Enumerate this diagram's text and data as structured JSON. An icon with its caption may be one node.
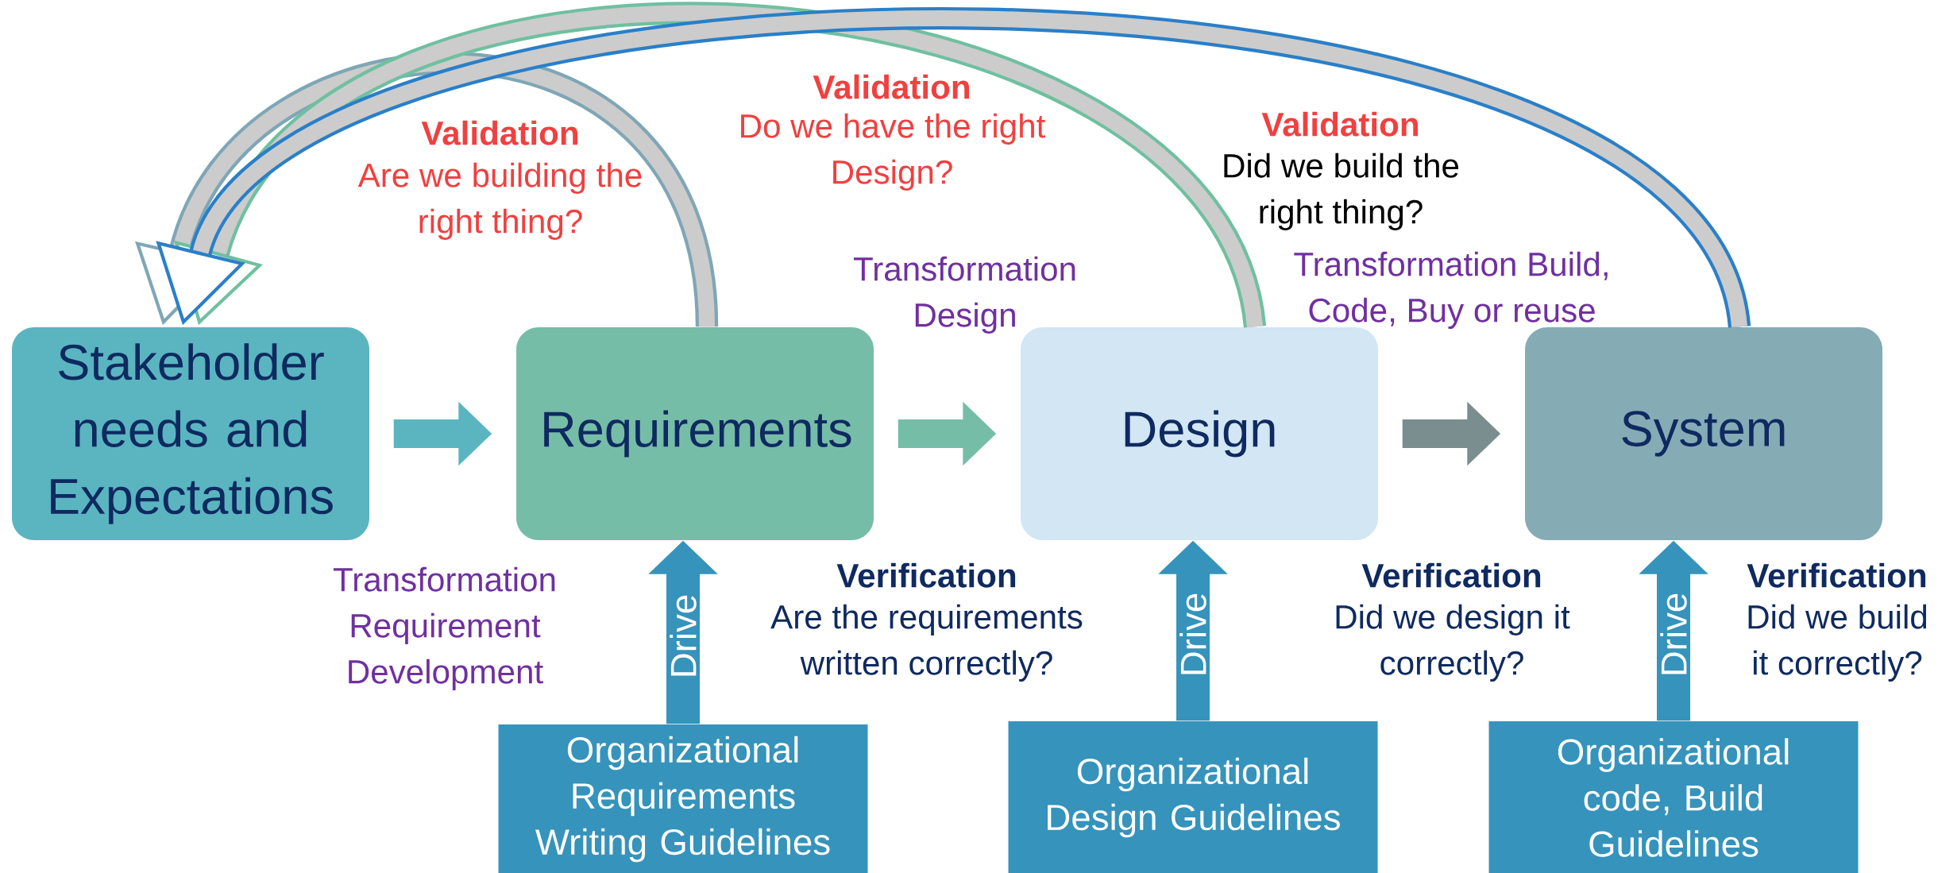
{
  "diagram": {
    "nodes": [
      {
        "text": [
          "Stakeholder needs and Expectations"
        ]
      },
      {
        "text": [
          "Requirements"
        ]
      },
      {
        "text": [
          "Design"
        ]
      },
      {
        "text": [
          "System"
        ]
      },
      {
        "text": [
          "Organizational Requirements Writing Guidelines"
        ]
      },
      {
        "text": [
          "Organizational Design Guidelines"
        ]
      },
      {
        "text": [
          "Organizational code, Build Guidelines"
        ]
      }
    ],
    "edges": [
      {
        "from": 0,
        "to": 1,
        "arrow": "to",
        "color": "#5ab5c0"
      },
      {
        "from": 1,
        "to": 2,
        "arrow": "to",
        "color": "#76bda8"
      },
      {
        "from": 2,
        "to": 3,
        "arrow": "to",
        "color": "#7a8d8f"
      },
      {
        "from": 4,
        "to": 1,
        "arrow": "to",
        "label": "Drive",
        "color": "#3693bb"
      },
      {
        "from": 5,
        "to": 2,
        "arrow": "to",
        "label": "Drive",
        "color": "#3693bb"
      },
      {
        "from": 6,
        "to": 3,
        "arrow": "to",
        "label": "Drive",
        "color": "#3693bb"
      },
      {
        "from": 1,
        "to": 0,
        "arrow": "to",
        "color": "#7fa6b5"
      },
      {
        "from": 2,
        "to": 0,
        "arrow": "to",
        "color": "#6fc0a0"
      },
      {
        "from": 3,
        "to": 0,
        "arrow": "to",
        "color": "#2a7fc8"
      }
    ],
    "labels": [
      "Validation",
      "Are we building the right thing?",
      "Validation",
      "Do we have the right Design?",
      "Validation",
      "Did we build the right thing?",
      "Transformation Design",
      "Transformation Build, Code, Buy or reuse",
      "Transformation Requirement Development",
      "Verification",
      "Are the requirements written correctly?",
      "Verification",
      "Did we design it correctly?",
      "Verification",
      "Did we build it correctly?"
    ]
  }
}
